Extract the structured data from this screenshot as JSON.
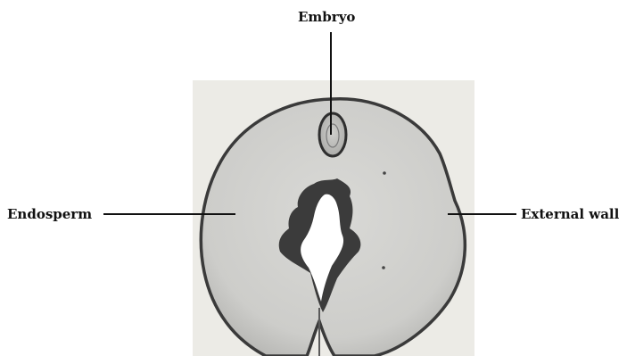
{
  "diagram": {
    "labels": {
      "embryo": "Embryo",
      "endosperm": "Endosperm",
      "external_wall": "External wall"
    },
    "colors": {
      "photo_background": "#ecebe6",
      "seed_fill": "#cfcfcc",
      "seed_outline": "#3a3a3a",
      "cavity_dark": "#3b3b3b",
      "cavity_light": "#ffffff",
      "leader_line": "#111111"
    }
  }
}
